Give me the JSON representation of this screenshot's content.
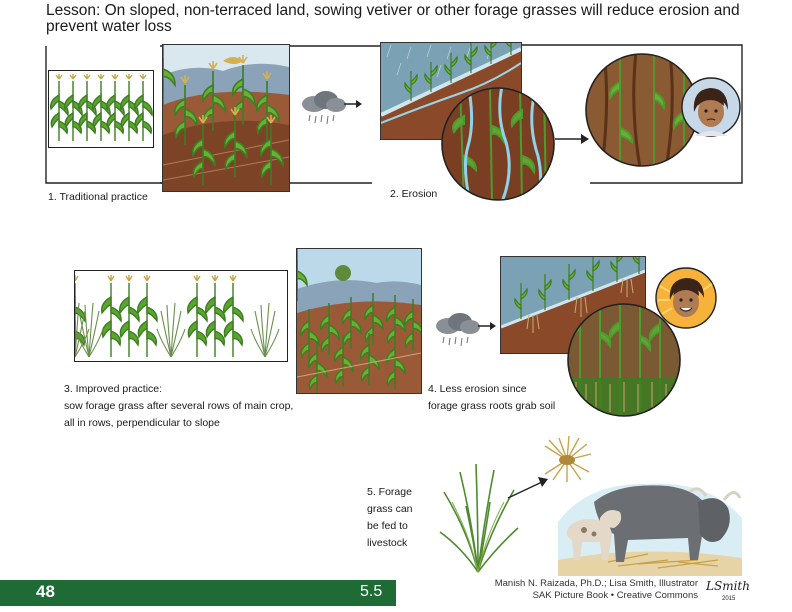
{
  "lesson": {
    "text": "Lesson: On sloped, non-terraced land, sowing vetiver or other forage grasses will reduce erosion and prevent water loss"
  },
  "steps": {
    "step1": "1. Traditional practice",
    "step2": "2. Erosion",
    "step3_line1": "3. Improved practice:",
    "step3_line2": "sow forage grass after several rows of main crop,",
    "step3_line3": "all in rows, perpendicular to slope",
    "step4_line1": "4. Less erosion since",
    "step4_line2": "forage grass roots grab soil",
    "step5_line1": "5. Forage",
    "step5_line2": "grass can",
    "step5_line3": "be fed to",
    "step5_line4": "livestock"
  },
  "footer": {
    "page_number": "48",
    "section_number": "5.5",
    "credit_line1": "Manish N. Raizada, Ph.D.; Lisa Smith, Illustrator",
    "credit_line2": "SAK Picture Book • Creative Commons",
    "signature": "LSmith",
    "signature_year": "2015"
  },
  "colors": {
    "footer_green": "#1f6b35",
    "soil_brown": "#8a4a2a",
    "leaf_green": "#4f9a2e",
    "water_blue": "#7fc7e0",
    "sky_blue": "#bcd9ea"
  }
}
